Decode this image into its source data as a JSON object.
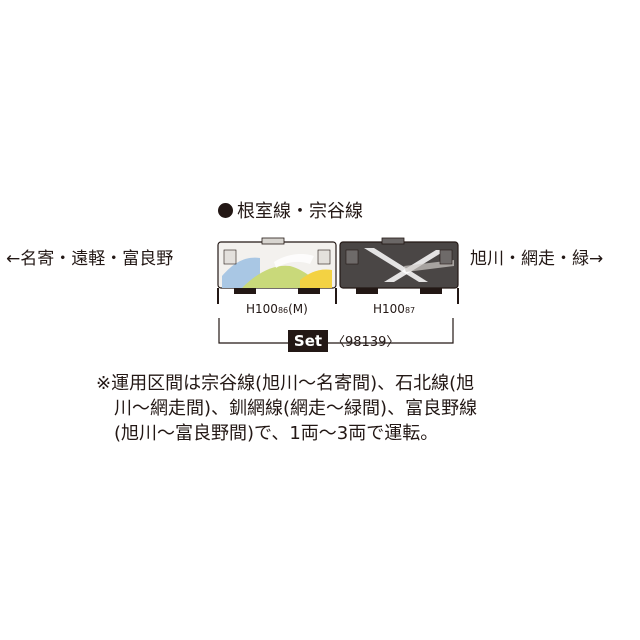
{
  "line_title": "根室線・宗谷線",
  "direction_left": "←名寄・遠軽・富良野",
  "direction_right": "旭川・網走・緑→",
  "cars": [
    {
      "model": "H100",
      "number": "86",
      "suffix": "(M)",
      "livery": "light-pastel"
    },
    {
      "model": "H100",
      "number": "87",
      "suffix": "",
      "livery": "dark-grey"
    }
  ],
  "set": {
    "badge": "Set",
    "number": "〈98139〉"
  },
  "note_lines": [
    "※運用区間は宗谷線(旭川〜名寄間)、石北線(旭",
    "川〜網走間)、釧網線(網走〜緑間)、富良野線",
    "(旭川〜富良野間)で、1両〜3両で運転。"
  ],
  "colors": {
    "text": "#231815",
    "car1_body": "#f3f1ee",
    "car2_body": "#4a4645",
    "accent_green": "#c9d97a",
    "accent_yellow": "#f3d243",
    "accent_blue": "#a9c7e4"
  }
}
